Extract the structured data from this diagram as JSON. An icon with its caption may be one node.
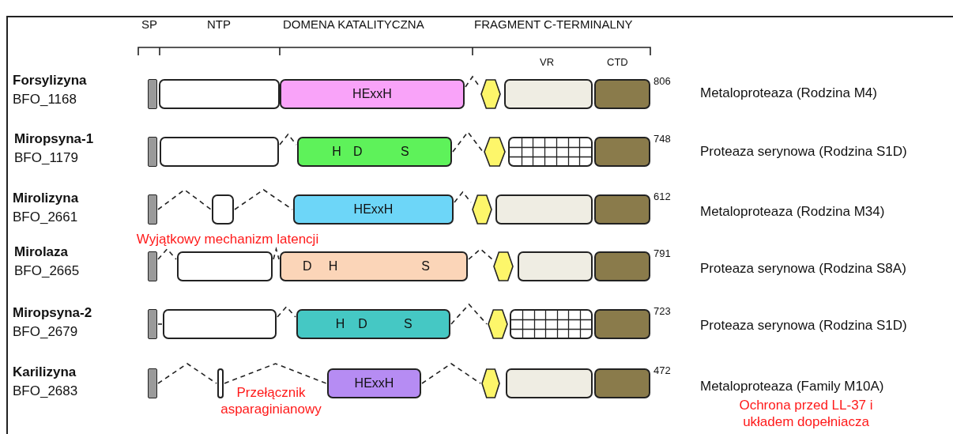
{
  "diagram": {
    "nodes": [
      {
        "text": [],
        "shape": "bar"
      },
      {
        "text": [],
        "shape": "box"
      },
      {
        "text": [
          "HExxH"
        ]
      },
      {
        "text": [],
        "shape": "hexagon"
      },
      {
        "text": [],
        "shape": "box"
      },
      {
        "text": [],
        "shape": "box",
        "beside": [
          "806"
        ]
      },
      {
        "text": [],
        "shape": "bar"
      },
      {
        "text": [],
        "shape": "box"
      },
      {
        "text": [
          "H",
          "D",
          "S"
        ]
      },
      {
        "text": [],
        "shape": "hexagon"
      },
      {
        "text": [],
        "shape": "grid"
      },
      {
        "text": [],
        "shape": "box",
        "beside": [
          "748"
        ]
      },
      {
        "text": [],
        "shape": "bar"
      },
      {
        "text": [],
        "shape": "box"
      },
      {
        "text": [
          "HExxH"
        ]
      },
      {
        "text": [],
        "shape": "hexagon"
      },
      {
        "text": [],
        "shape": "box"
      },
      {
        "text": [],
        "shape": "box",
        "beside": [
          "612"
        ]
      },
      {
        "text": [],
        "shape": "bar"
      },
      {
        "text": [],
        "shape": "box"
      },
      {
        "text": [
          "D",
          "H",
          "S"
        ]
      },
      {
        "text": [],
        "shape": "hexagon"
      },
      {
        "text": [],
        "shape": "box"
      },
      {
        "text": [],
        "shape": "box",
        "beside": [
          "791"
        ]
      },
      {
        "text": [],
        "shape": "bar"
      },
      {
        "text": [],
        "shape": "box"
      },
      {
        "text": [
          "H",
          "D",
          "S"
        ]
      },
      {
        "text": [],
        "shape": "hexagon"
      },
      {
        "text": [],
        "shape": "grid"
      },
      {
        "text": [],
        "shape": "box",
        "beside": [
          "723"
        ]
      },
      {
        "text": [],
        "shape": "bar"
      },
      {
        "text": [],
        "shape": "box"
      },
      {
        "text": [
          "HExxH"
        ]
      },
      {
        "text": [],
        "shape": "hexagon"
      },
      {
        "text": [],
        "shape": "box"
      },
      {
        "text": [],
        "shape": "box",
        "beside": [
          "472"
        ]
      }
    ],
    "edges": [
      {
        "from": 2,
        "to": 3,
        "arrow": "none",
        "style": "dashed"
      },
      {
        "from": 7,
        "to": 8,
        "arrow": "none",
        "style": "dashed"
      },
      {
        "from": 8,
        "to": 9,
        "arrow": "none",
        "style": "dashed"
      },
      {
        "from": 12,
        "to": 13,
        "arrow": "none",
        "style": "dashed"
      },
      {
        "from": 13,
        "to": 14,
        "arrow": "none",
        "style": "dashed"
      },
      {
        "from": 14,
        "to": 15,
        "arrow": "none",
        "style": "dashed"
      },
      {
        "from": 18,
        "to": 19,
        "arrow": "none",
        "style": "dashed"
      },
      {
        "from": 19,
        "to": 20,
        "arrow": "none",
        "style": "dashed"
      },
      {
        "from": 20,
        "to": 21,
        "arrow": "none",
        "style": "dashed"
      },
      {
        "from": 24,
        "to": 25,
        "arrow": "none"
      },
      {
        "from": 25,
        "to": 26,
        "arrow": "none",
        "style": "dashed"
      },
      {
        "from": 26,
        "to": 27,
        "arrow": "none",
        "style": "dashed"
      },
      {
        "from": 30,
        "to": 31,
        "arrow": "none",
        "style": "dashed"
      },
      {
        "from": 31,
        "to": 32,
        "arrow": "none",
        "style": "dashed"
      },
      {
        "from": 32,
        "to": 33,
        "arrow": "none",
        "style": "dashed"
      }
    ],
    "labels": [
      "SP",
      "NTP",
      "DOMENA KATALITYCZNA",
      "FRAGMENT C-TERMINALNY",
      "VR",
      "CTD",
      "Forsylizyna",
      "BFO_1168",
      "Metaloproteaza (Rodzina M4)",
      "Miropsyna-1",
      "BFO_1179",
      "Proteaza serynowa (Rodzina S1D)",
      "Mirolizyna",
      "BFO_2661",
      "Metaloproteaza (Rodzina M34)",
      "Wyjątkowy mechanizm latencji",
      "Mirolaza",
      "BFO_2665",
      "Proteaza serynowa (Rodzina S8A)",
      "Miropsyna-2",
      "BFO_2679",
      "Proteaza serynowa (Rodzina S1D)",
      "Karilizyna",
      "BFO_2683",
      "Metaloproteaza (Family M10A)",
      "Przełącznik asparaginianowy",
      "Ochrona przed LL-37 i układem dopełniacza"
    ]
  }
}
